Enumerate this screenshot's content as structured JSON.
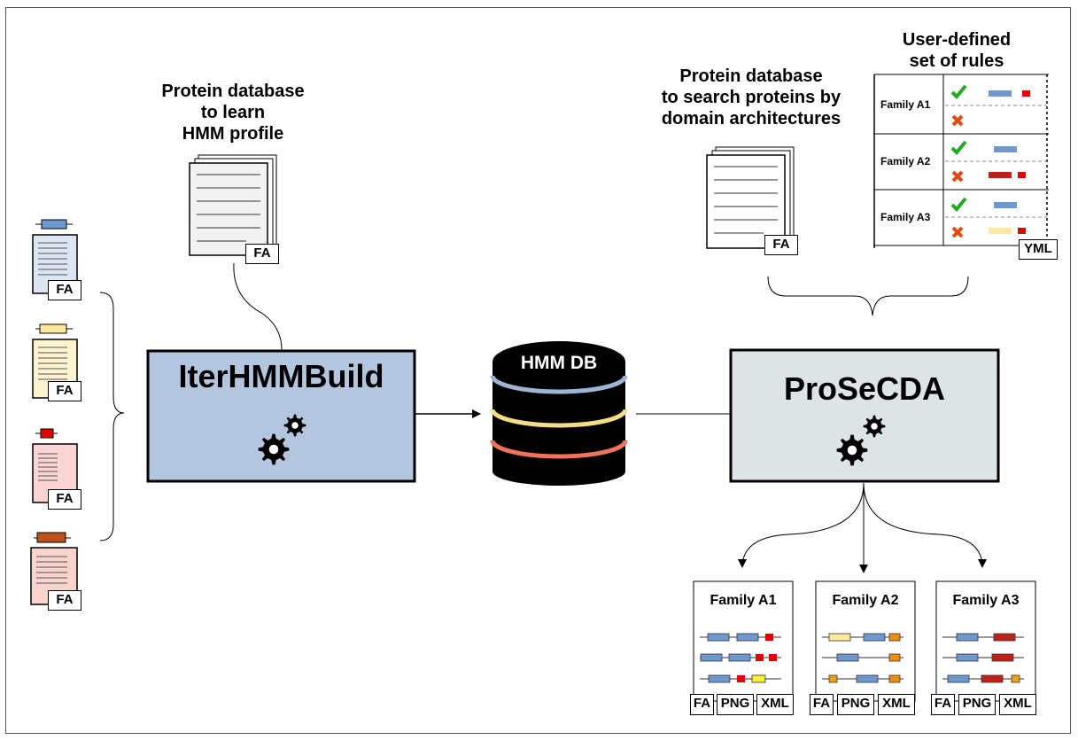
{
  "learn_db": {
    "line1": "Protein database",
    "line2": "to learn",
    "line3": "HMM profile",
    "format": "FA"
  },
  "search_db": {
    "line1": "Protein database",
    "line2": "to search proteins by",
    "line3": "domain architectures",
    "format": "FA"
  },
  "rules": {
    "title_line1": "User-defined",
    "title_line2": "set of rules",
    "format": "YML",
    "families": [
      {
        "name": "Family A1"
      },
      {
        "name": "Family A2"
      },
      {
        "name": "Family A3"
      }
    ]
  },
  "input_files": [
    {
      "format": "FA",
      "color": "#6f98cf"
    },
    {
      "format": "FA",
      "color": "#fde8a0"
    },
    {
      "format": "FA",
      "color": "#e00000"
    },
    {
      "format": "FA",
      "color": "#c0501a"
    }
  ],
  "iterhmmbuild": {
    "label": "IterHMMBuild",
    "color": "#b3c6de"
  },
  "hmmdb": {
    "label": "HMM DB",
    "band_colors": [
      "#9db4d4",
      "#f5dc86",
      "#f0745a"
    ]
  },
  "prosecda": {
    "label": "ProSeCDA",
    "color": "#dde4e6"
  },
  "outputs": [
    {
      "title": "Family A1",
      "formats": [
        "FA",
        "PNG",
        "XML"
      ]
    },
    {
      "title": "Family A2",
      "formats": [
        "FA",
        "PNG",
        "XML"
      ]
    },
    {
      "title": "Family A3",
      "formats": [
        "FA",
        "PNG",
        "XML"
      ]
    }
  ],
  "colors": {
    "blue": "#6f98cf",
    "red": "#e00000",
    "darkred": "#c0201a",
    "yellow": "#fde8a0",
    "orange": "#f08a10",
    "brightyellow": "#f8f030",
    "check": "#22aa22",
    "cross": "#e24a10"
  }
}
